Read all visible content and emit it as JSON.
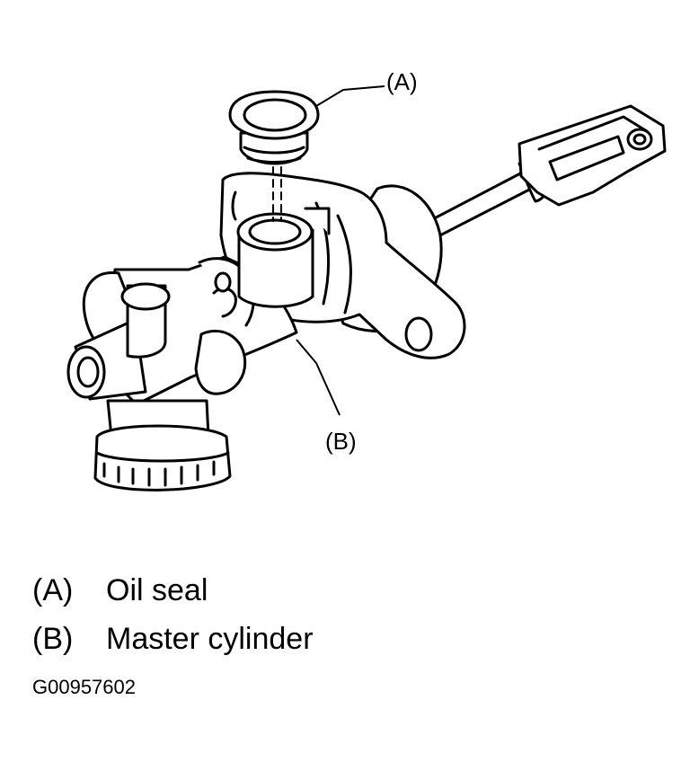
{
  "diagram": {
    "callouts": [
      {
        "key": "(A)",
        "target": "oil-seal"
      },
      {
        "key": "(B)",
        "target": "master-cylinder"
      }
    ]
  },
  "legend": [
    {
      "key": "(A)",
      "label": "Oil seal"
    },
    {
      "key": "(B)",
      "label": "Master cylinder"
    }
  ],
  "figure_code": "G00957602",
  "colors": {
    "line": "#000000",
    "fill": "#ffffff"
  }
}
